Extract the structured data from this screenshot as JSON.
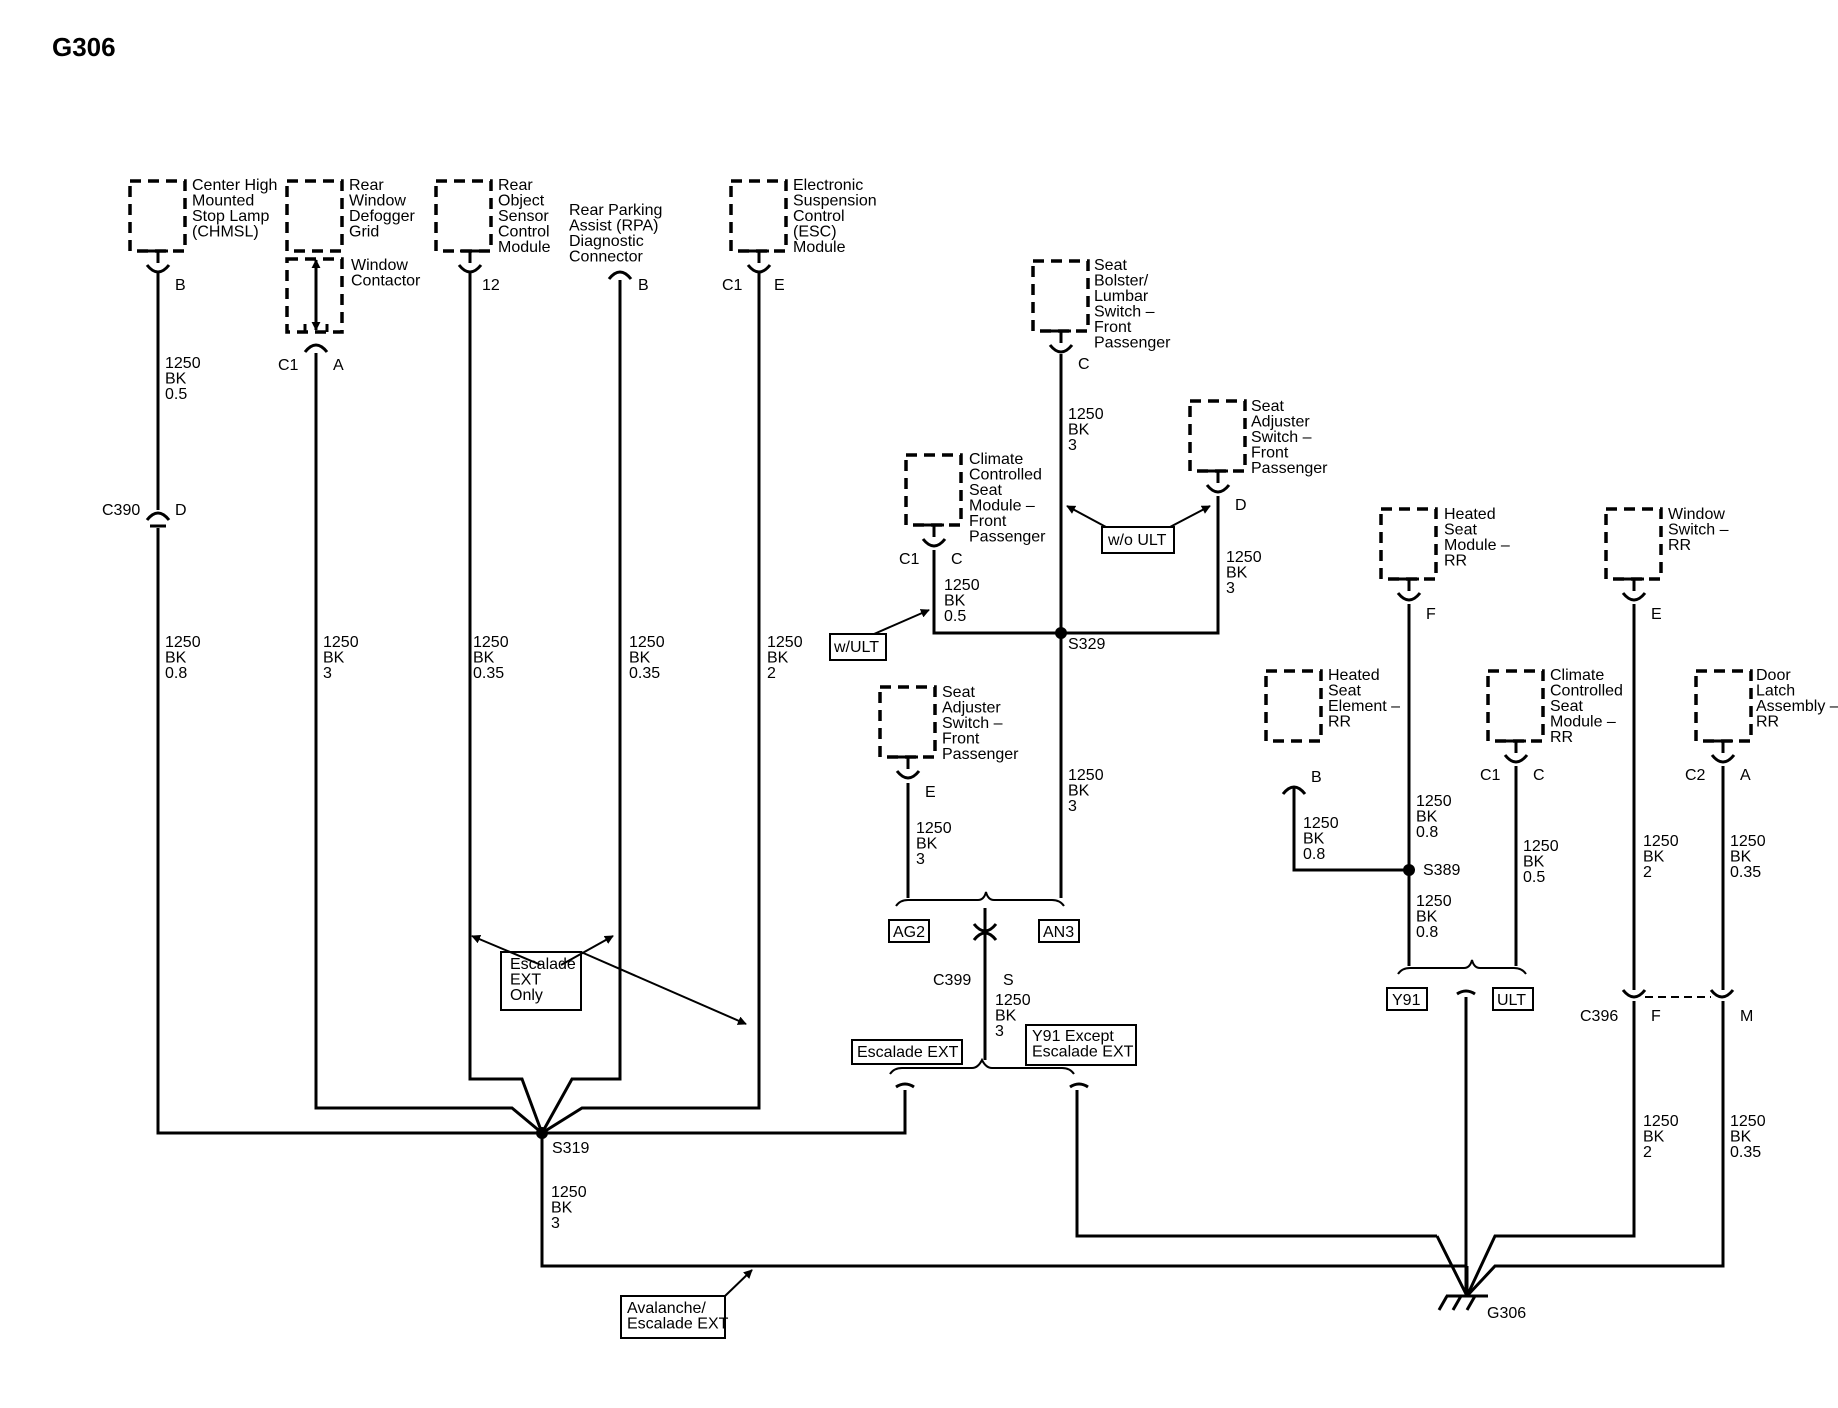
{
  "title": "G306",
  "components": {
    "chmsl": [
      "Center High",
      "Mounted",
      "Stop Lamp",
      "(CHMSL)"
    ],
    "rear_defogger": [
      "Rear",
      "Window",
      "Defogger",
      "Grid"
    ],
    "window_contactor": [
      "Window",
      "Contactor"
    ],
    "rear_object_sensor": [
      "Rear",
      "Object",
      "Sensor",
      "Control",
      "Module"
    ],
    "rpa_connector": [
      "Rear Parking",
      "Assist (RPA)",
      "Diagnostic",
      "Connector"
    ],
    "esc_module": [
      "Electronic",
      "Suspension",
      "Control",
      "(ESC)",
      "Module"
    ],
    "seat_bolster": [
      "Seat",
      "Bolster/",
      "Lumbar",
      "Switch –",
      "Front",
      "Passenger"
    ],
    "seat_adjuster_upper": [
      "Seat",
      "Adjuster",
      "Switch –",
      "Front",
      "Passenger"
    ],
    "climate_seat_front": [
      "Climate",
      "Controlled",
      "Seat",
      "Module –",
      "Front",
      "Passenger"
    ],
    "seat_adjuster_lower": [
      "Seat",
      "Adjuster",
      "Switch –",
      "Front",
      "Passenger"
    ],
    "heated_seat_module_rr": [
      "Heated",
      "Seat",
      "Module –",
      "RR"
    ],
    "window_switch_rr": [
      "Window",
      "Switch –",
      "RR"
    ],
    "heated_seat_element_rr": [
      "Heated",
      "Seat",
      "Element –",
      "RR"
    ],
    "climate_seat_rr": [
      "Climate",
      "Controlled",
      "Seat",
      "Module –",
      "RR"
    ],
    "door_latch_rr": [
      "Door",
      "Latch",
      "Assembly –",
      "RR"
    ]
  },
  "pins": {
    "chmsl": "B",
    "defogger_c1": "C1",
    "defogger_a": "A",
    "ros": "12",
    "rpa": "B",
    "esc_c1": "C1",
    "esc_e": "E",
    "c390_label": "C390",
    "c390_d": "D",
    "bolster_c": "C",
    "adj_upper_d": "D",
    "climate_c1": "C1",
    "climate_c": "C",
    "adj_lower_e": "E",
    "heated_module_f": "F",
    "window_switch_e": "E",
    "heated_element_b": "B",
    "climate_rr_c1": "C1",
    "climate_rr_c": "C",
    "door_c2": "C2",
    "door_a": "A",
    "c399_label": "C399",
    "c399_s": "S",
    "c396_label": "C396",
    "c396_f": "F",
    "c396_m": "M"
  },
  "wires": {
    "chmsl_upper": [
      "1250",
      "BK",
      "0.5"
    ],
    "chmsl_lower": [
      "1250",
      "BK",
      "0.8"
    ],
    "defogger": [
      "1250",
      "BK",
      "3"
    ],
    "ros": [
      "1250",
      "BK",
      "0.35"
    ],
    "rpa": [
      "1250",
      "BK",
      "0.35"
    ],
    "esc": [
      "1250",
      "BK",
      "2"
    ],
    "s319_down": [
      "1250",
      "BK",
      "3"
    ],
    "bolster": [
      "1250",
      "BK",
      "3"
    ],
    "adj_upper": [
      "1250",
      "BK",
      "3"
    ],
    "climate_front": [
      "1250",
      "BK",
      "0.5"
    ],
    "s329_down": [
      "1250",
      "BK",
      "3"
    ],
    "adj_lower": [
      "1250",
      "BK",
      "3"
    ],
    "c399": [
      "1250",
      "BK",
      "3"
    ],
    "heated_module": [
      "1250",
      "BK",
      "0.8"
    ],
    "heated_element": [
      "1250",
      "BK",
      "0.8"
    ],
    "s389_down": [
      "1250",
      "BK",
      "0.8"
    ],
    "climate_rr": [
      "1250",
      "BK",
      "0.5"
    ],
    "window_switch_upper": [
      "1250",
      "BK",
      "2"
    ],
    "door_upper": [
      "1250",
      "BK",
      "0.35"
    ],
    "window_switch_lower": [
      "1250",
      "BK",
      "2"
    ],
    "door_lower": [
      "1250",
      "BK",
      "0.35"
    ]
  },
  "splices": {
    "s319": "S319",
    "s329": "S329",
    "s389": "S389"
  },
  "ground": "G306",
  "options": {
    "escalade_ext_only": [
      "Escalade",
      "EXT",
      "Only"
    ],
    "wo_ult": "w/o ULT",
    "w_ult": "w/ULT",
    "ag2": "AG2",
    "an3": "AN3",
    "escalade_ext": "Escalade EXT",
    "y91_except": [
      "Y91 Except",
      "Escalade EXT"
    ],
    "y91": "Y91",
    "ult": "ULT",
    "avalanche": [
      "Avalanche/",
      "Escalade EXT"
    ]
  }
}
